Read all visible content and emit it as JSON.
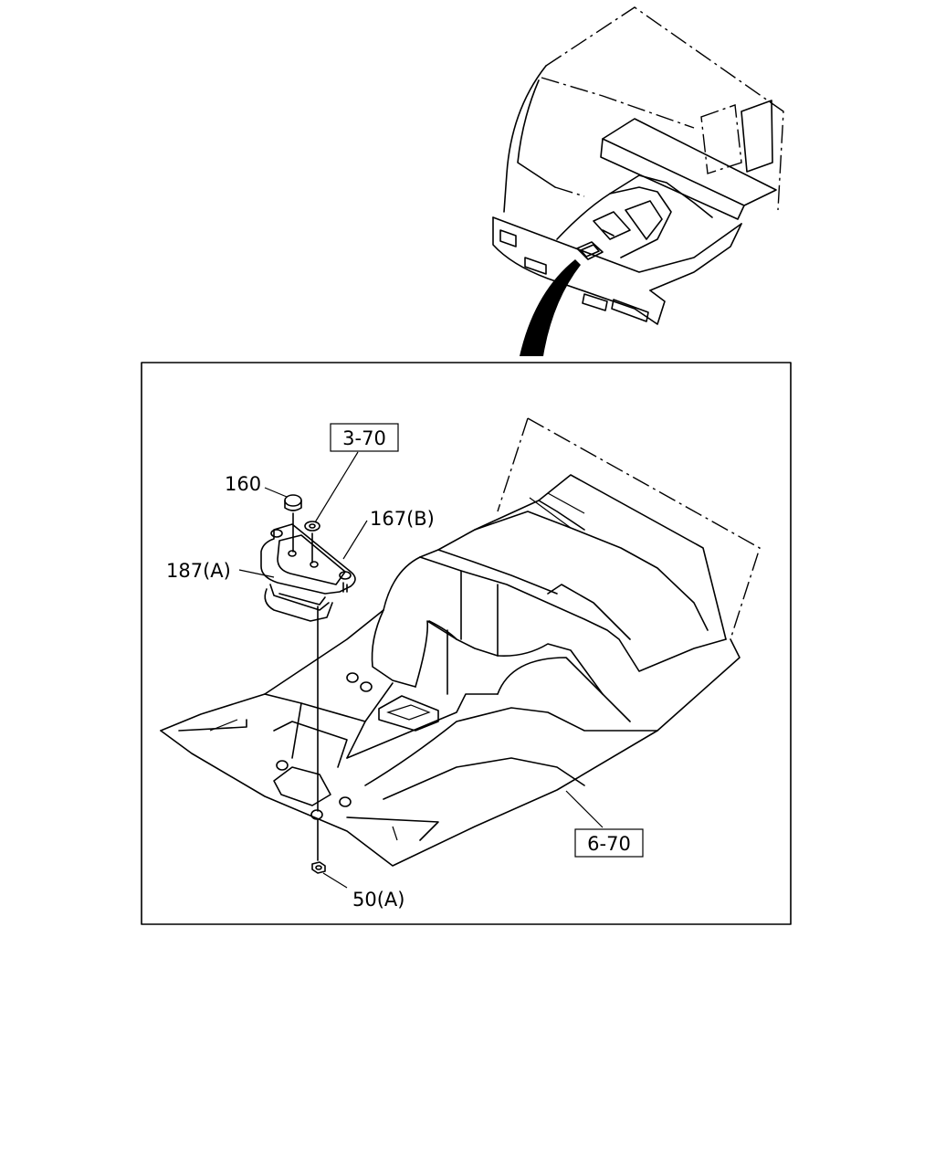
{
  "callouts": {
    "ref_upper": "3-70",
    "ref_lower": "6-70",
    "part_160": "160",
    "part_167b": "167(B)",
    "part_187a": "187(A)",
    "part_50a": "50(A)"
  },
  "icons": {
    "cab": "truck-cab-overview-icon",
    "pointer": "locator-arrow-icon",
    "floor": "cab-floor-panel-icon",
    "bracket": "shift-bracket-icon",
    "bolt": "bolt-icon",
    "washer": "washer-icon",
    "nut": "nut-icon"
  }
}
